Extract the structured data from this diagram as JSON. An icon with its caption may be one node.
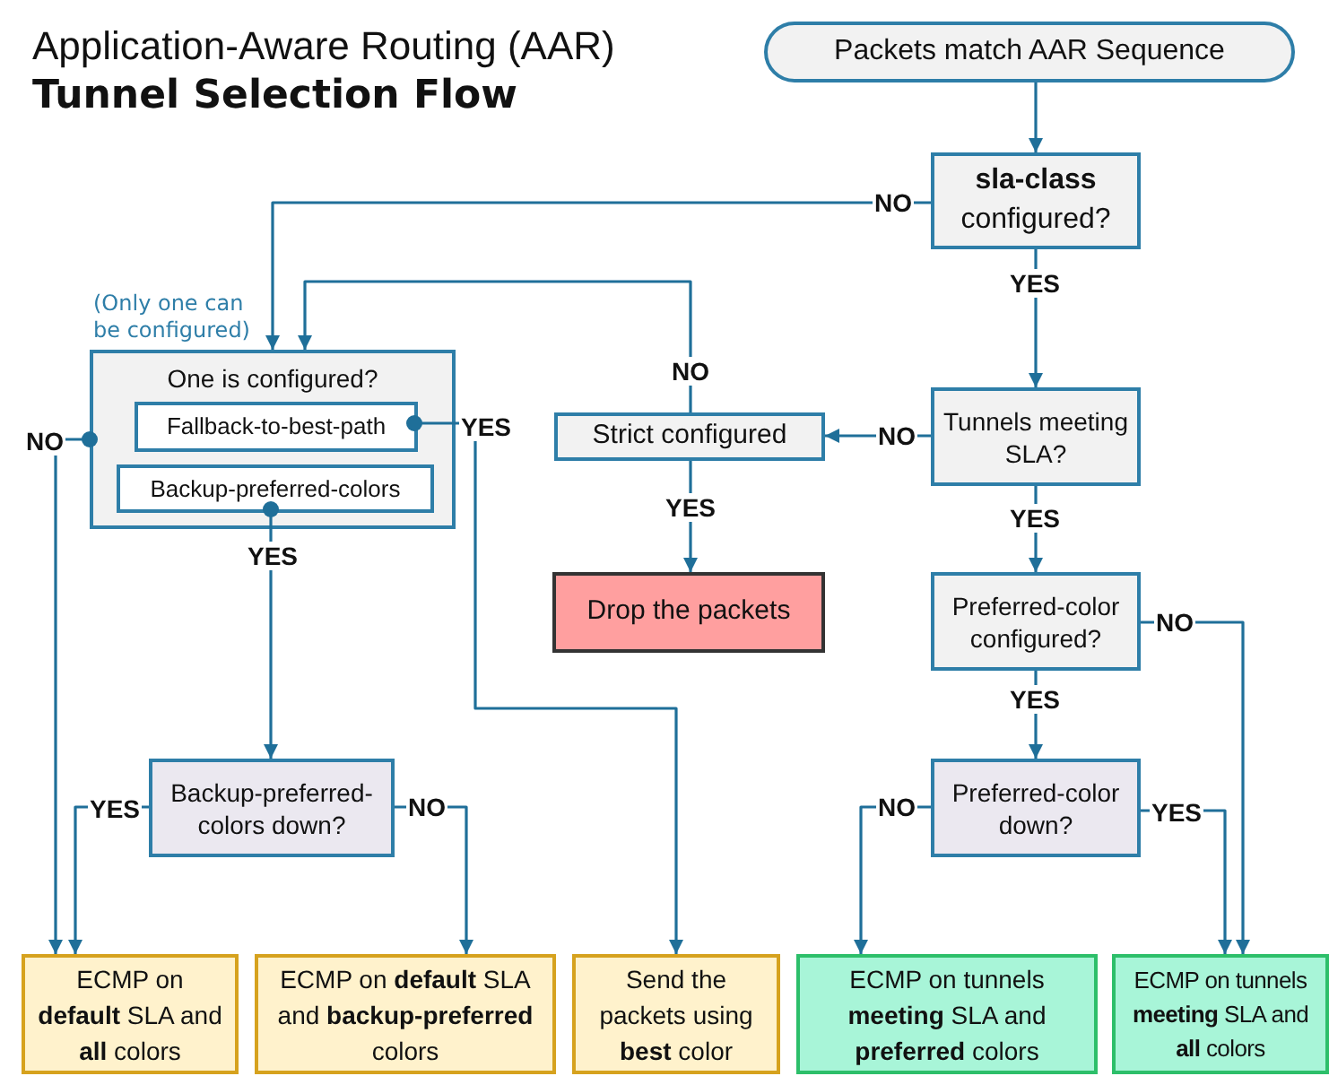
{
  "diagram": {
    "title": "Application-Aware Routing (AAR) **Tunnel Selection Flow**",
    "nodes": [
      {
        "text": [
          "Packets match AAR Sequence"
        ]
      },
      {
        "text": [
          "**sla-class** configured?"
        ]
      },
      {
        "text": [
          "One is configured?"
        ],
        "beside": [
          "(Only one can be configured)"
        ]
      },
      {
        "text": [
          "Fallback-to-best-path"
        ],
        "in": 2
      },
      {
        "text": [
          "Backup-preferred-colors"
        ],
        "in": 2
      },
      {
        "text": [
          "Strict configured"
        ]
      },
      {
        "text": [
          "Tunnels meeting SLA?"
        ]
      },
      {
        "text": [
          "Drop the packets"
        ]
      },
      {
        "text": [
          "Preferred-color configured?"
        ]
      },
      {
        "text": [
          "Backup-preferred-colors down?"
        ]
      },
      {
        "text": [
          "Preferred-color down?"
        ]
      },
      {
        "text": [
          "ECMP on **default** SLA and **all** colors"
        ]
      },
      {
        "text": [
          "ECMP on **default** SLA and **backup-preferred** colors"
        ]
      },
      {
        "text": [
          "Send the packets using **best** color"
        ]
      },
      {
        "text": [
          "ECMP on tunnels **meeting** SLA and **preferred** colors"
        ]
      },
      {
        "text": [
          "ECMP on tunnels **meeting** SLA and **all** colors"
        ]
      }
    ],
    "edges": [
      {
        "from": 0,
        "to": 1,
        "arrow": "to"
      },
      {
        "from": 1,
        "to": 2,
        "arrow": "to",
        "label": "NO"
      },
      {
        "from": 1,
        "to": 6,
        "arrow": "to",
        "label": "YES"
      },
      {
        "from": 6,
        "to": 5,
        "arrow": "to",
        "label": "NO"
      },
      {
        "from": 5,
        "to": 2,
        "arrow": "to",
        "label": "NO"
      },
      {
        "from": 5,
        "to": 7,
        "arrow": "to",
        "label": "YES"
      },
      {
        "from": 6,
        "to": 8,
        "arrow": "to",
        "label": "YES"
      },
      {
        "from": 2,
        "to": 11,
        "arrow": "to",
        "label": "NO"
      },
      {
        "from": 3,
        "to": 13,
        "arrow": "to",
        "label": "YES"
      },
      {
        "from": 4,
        "to": 9,
        "arrow": "to",
        "label": "YES"
      },
      {
        "from": 9,
        "to": 11,
        "arrow": "to",
        "label": "YES"
      },
      {
        "from": 9,
        "to": 12,
        "arrow": "to",
        "label": "NO"
      },
      {
        "from": 8,
        "to": 15,
        "arrow": "to",
        "label": "NO"
      },
      {
        "from": 8,
        "to": 10,
        "arrow": "to",
        "label": "YES"
      },
      {
        "from": 10,
        "to": 14,
        "arrow": "to",
        "label": "NO"
      },
      {
        "from": 10,
        "to": 15,
        "arrow": "to",
        "label": "YES"
      }
    ]
  }
}
